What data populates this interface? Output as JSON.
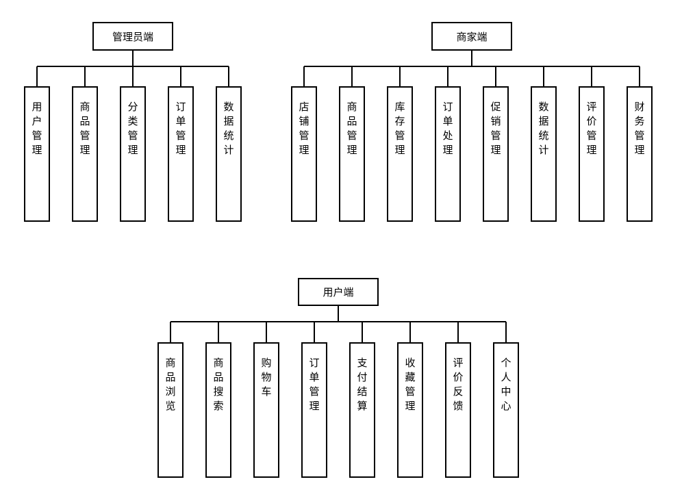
{
  "trees": [
    {
      "root": "管理员端",
      "children": [
        "用户管理",
        "商品管理",
        "分类管理",
        "订单管理",
        "数据统计"
      ]
    },
    {
      "root": "商家端",
      "children": [
        "店铺管理",
        "商品管理",
        "库存管理",
        "订单处理",
        "促销管理",
        "数据统计",
        "评价管理",
        "财务管理"
      ]
    },
    {
      "root": "用户端",
      "children": [
        "商品浏览",
        "商品搜索",
        "购物车",
        "订单管理",
        "支付结算",
        "收藏管理",
        "评价反馈",
        "个人中心"
      ]
    }
  ]
}
